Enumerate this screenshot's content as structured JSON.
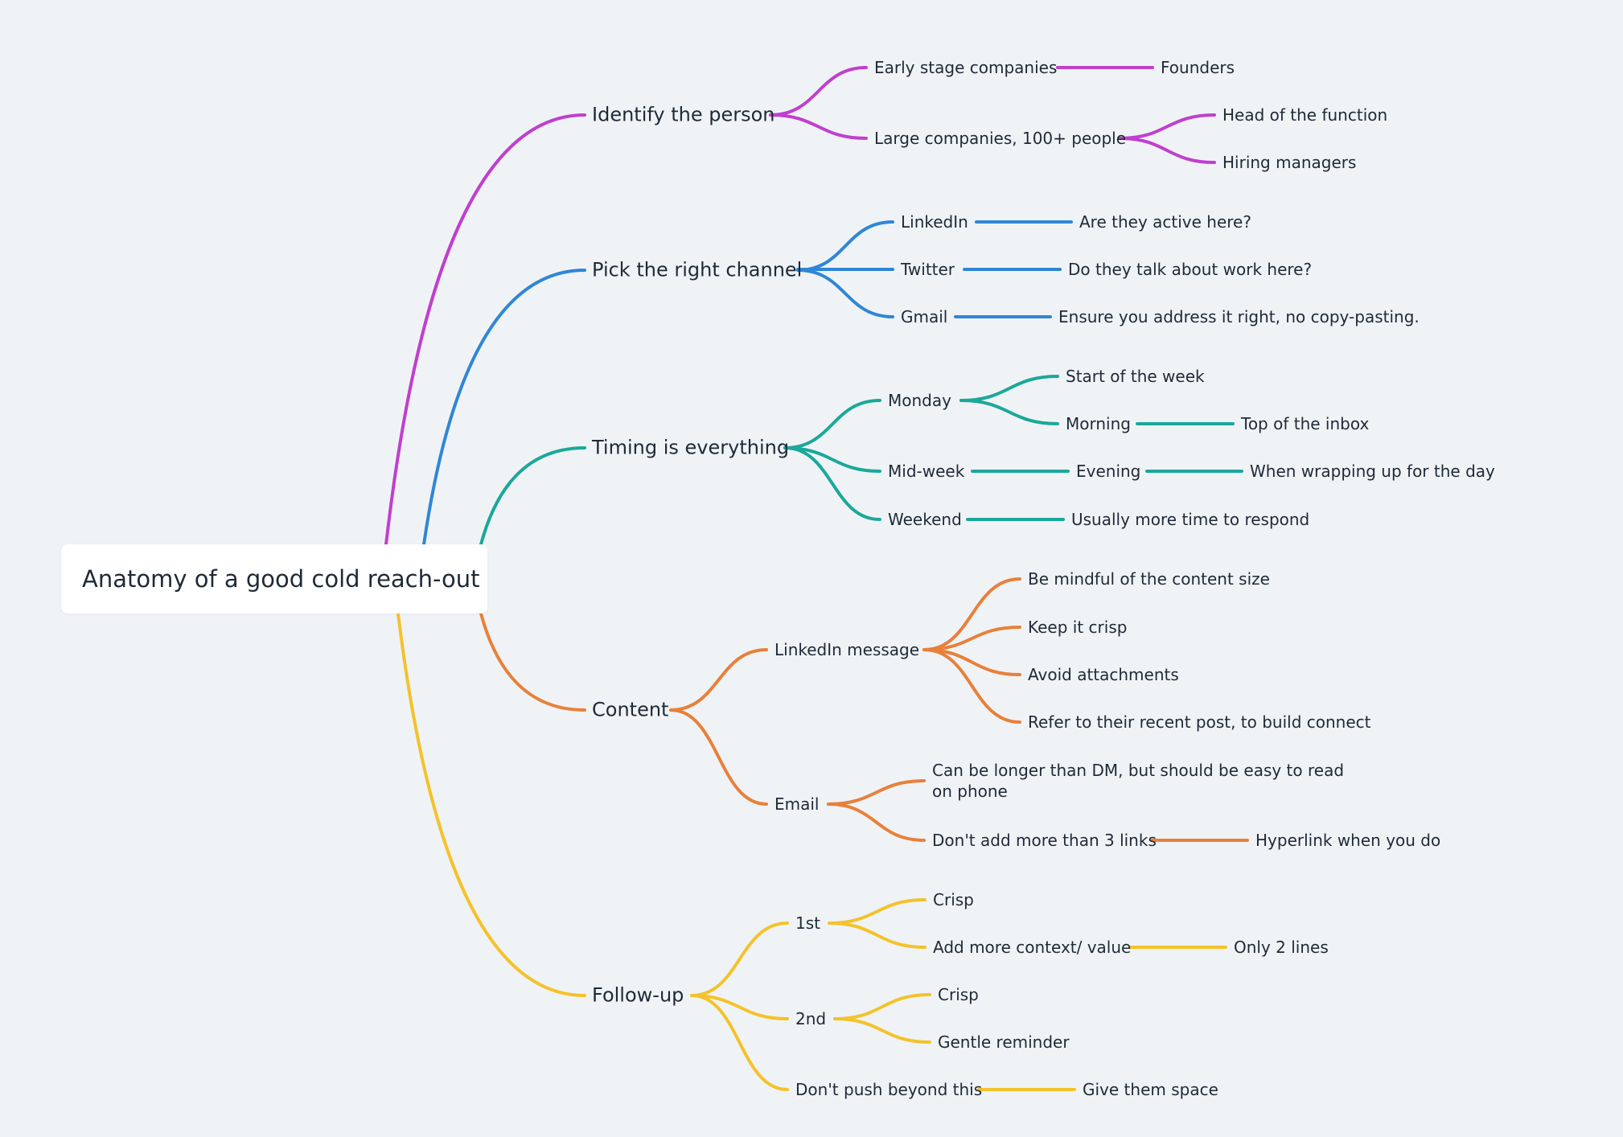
{
  "root": {
    "title": "Anatomy of a good cold reach-out"
  },
  "colors": {
    "identify": "#c03fcf",
    "channel": "#2f86d6",
    "timing": "#1aa89a",
    "content": "#e8803a",
    "followup": "#f4c22b"
  },
  "branches": {
    "identify": {
      "label": "Identify the person",
      "early": "Early stage companies",
      "founders": "Founders",
      "large": "Large companies, 100+ people",
      "head": "Head of the function",
      "hiring": "Hiring managers"
    },
    "channel": {
      "label": "Pick the right channel",
      "linkedin": "LinkedIn",
      "linkedin_note": "Are they active here?",
      "twitter": "Twitter",
      "twitter_note": "Do they talk about work here?",
      "gmail": "Gmail",
      "gmail_note": "Ensure you address it right, no copy-pasting."
    },
    "timing": {
      "label": "Timing is everything",
      "monday": "Monday",
      "start_week": "Start of the week",
      "morning": "Morning",
      "top_inbox": "Top of the inbox",
      "midweek": "Mid-week",
      "evening": "Evening",
      "wrapping": "When wrapping up for the day",
      "weekend": "Weekend",
      "more_time": "Usually more time to respond"
    },
    "content": {
      "label": "Content",
      "linkedin_msg": "LinkedIn message",
      "mindful": "Be mindful of the content size",
      "crisp": "Keep it crisp",
      "attachments": "Avoid attachments",
      "refer": "Refer to their recent post, to build connect",
      "email": "Email",
      "longer": "Can be longer than DM, but should be easy to read on phone",
      "links": "Don't add more than 3 links",
      "hyperlink": "Hyperlink when you do"
    },
    "followup": {
      "label": "Follow-up",
      "first": "1st",
      "first_crisp": "Crisp",
      "context": "Add more context/ value",
      "two_lines": "Only 2 lines",
      "second": "2nd",
      "second_crisp": "Crisp",
      "gentle": "Gentle reminder",
      "dont_push": "Don't push beyond this",
      "space": "Give them space"
    }
  }
}
